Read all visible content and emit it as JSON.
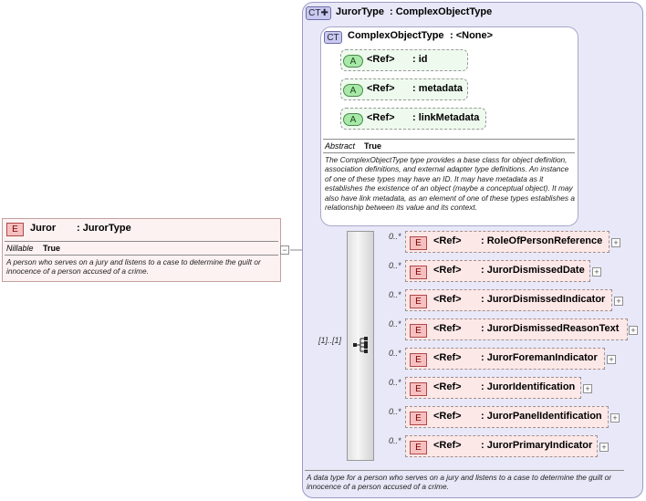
{
  "outer_type": {
    "badge": "CT",
    "name": "JurorType",
    "type": ": ComplexObjectType",
    "documentation": "A data type for a person who serves on a jury and listens to a case to determine the guilt or innocence of a person accused of a crime."
  },
  "inner_type": {
    "badge": "CT",
    "name": "ComplexObjectType",
    "type": ": <None>",
    "abstract_label": "Abstract",
    "abstract_value": "True",
    "documentation": "The ComplexObjectType type provides a base class for object definition, association definitions, and external adapter type definitions. An instance of one of these types may have an ID. It may have metadata as it establishes the existence of an object (maybe a conceptual object). It may also have link metadata, as an element of one of these types establishes a relationship between its value and its context.",
    "attributes": [
      {
        "badge": "A",
        "ref": "<Ref>",
        "name": ": id"
      },
      {
        "badge": "A",
        "ref": "<Ref>",
        "name": ": metadata"
      },
      {
        "badge": "A",
        "ref": "<Ref>",
        "name": ": linkMetadata"
      }
    ]
  },
  "root_element": {
    "badge": "E",
    "name": "Juror",
    "type": ": JurorType",
    "nillable_label": "Nillable",
    "nillable_value": "True",
    "documentation": "A person who serves on a jury and listens to a case to determine the guilt or innocence of a person accused of a crime.",
    "collapse_symbol": "−"
  },
  "sequence": {
    "multiplicity": "[1]..[1]",
    "elements": [
      {
        "multiplicity": "0..*",
        "badge": "E",
        "ref": "<Ref>",
        "name": ": RoleOfPersonReference"
      },
      {
        "multiplicity": "0..*",
        "badge": "E",
        "ref": "<Ref>",
        "name": ": JurorDismissedDate"
      },
      {
        "multiplicity": "0..*",
        "badge": "E",
        "ref": "<Ref>",
        "name": ": JurorDismissedIndicator"
      },
      {
        "multiplicity": "0..*",
        "badge": "E",
        "ref": "<Ref>",
        "name": ": JurorDismissedReasonText"
      },
      {
        "multiplicity": "0..*",
        "badge": "E",
        "ref": "<Ref>",
        "name": ": JurorForemanIndicator"
      },
      {
        "multiplicity": "0..*",
        "badge": "E",
        "ref": "<Ref>",
        "name": ": JurorIdentification"
      },
      {
        "multiplicity": "0..*",
        "badge": "E",
        "ref": "<Ref>",
        "name": ": JurorPanelIdentification"
      },
      {
        "multiplicity": "0..*",
        "badge": "E",
        "ref": "<Ref>",
        "name": ": JurorPrimaryIndicator"
      }
    ],
    "expand_symbol": "+"
  },
  "colors": {
    "complex_type_fill": "#e8e8f8",
    "element_fill": "#fde8e8",
    "attribute_fill": "#eefaee"
  }
}
